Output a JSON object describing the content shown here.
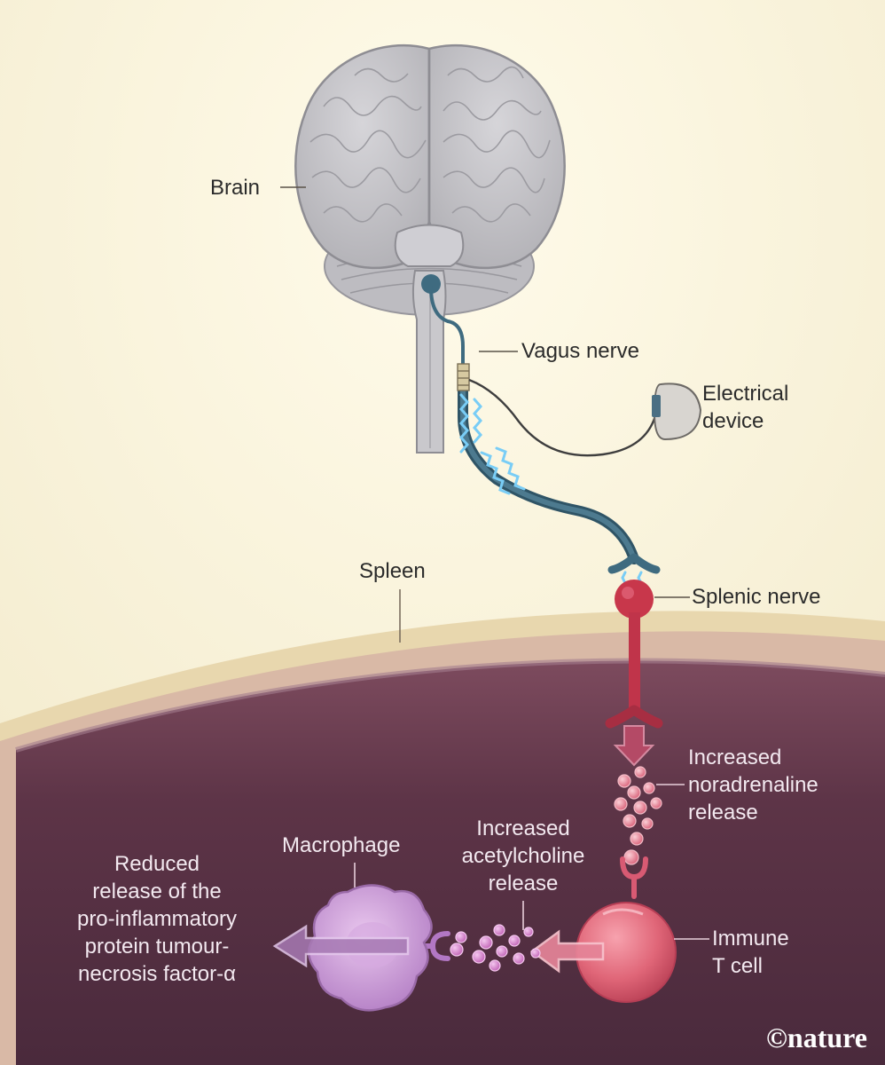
{
  "labels": {
    "brain": "Brain",
    "vagus_nerve": "Vagus nerve",
    "electrical_device": "Electrical\ndevice",
    "spleen": "Spleen",
    "splenic_nerve": "Splenic nerve",
    "noradrenaline": "Increased\nnoradrenaline\nrelease",
    "acetylcholine": "Increased\nacetylcholine\nrelease",
    "macrophage": "Macrophage",
    "reduced_release": "Reduced\nrelease of the\npro-inflammatory\nprotein tumour-\nnecrosis factor-α",
    "immune_t_cell": "Immune\nT cell"
  },
  "credit": "©nature",
  "colors": {
    "background": "#fbf6e1",
    "brain": "#c9c8cc",
    "vagus": "#3f6b80",
    "splenic": "#c8374b",
    "spleen_surface": "#e9d9b2",
    "spleen_interior": "#64384c",
    "t_cell": "#e46f7f",
    "macrophage": "#c69ad1",
    "pulse": "#7ad0ff"
  },
  "icons": {
    "device": "electrical-device-icon",
    "signal": "electrical-pulse-icon"
  }
}
